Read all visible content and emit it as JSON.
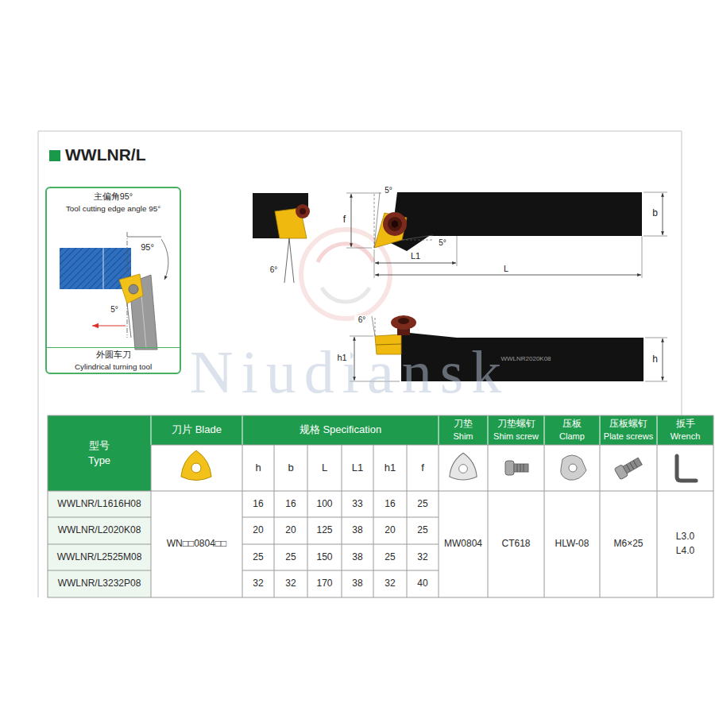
{
  "diagram": {
    "title": "WWLNR/L",
    "nodes": [
      {
        "text": [
          "主偏角95°",
          "Tool cutting edge angle 95°"
        ]
      },
      {
        "text": [
          "外圆车刀",
          "Cylindrical turning tool"
        ],
        "in": 0
      }
    ],
    "labels": [
      "5°",
      "5°",
      "f",
      "b",
      "L1",
      "L",
      "6°",
      "6°",
      "h1",
      "WWLNR2020K08",
      "h",
      "Niudiansk",
      "95°",
      "5°",
      "型号",
      "Type",
      "刀片 Blade",
      "规格 Specification",
      "刀垫",
      "Shim",
      "刀垫螺钉",
      "Shim screw",
      "压板",
      "Clamp",
      "压板螺钉",
      "Plate screws",
      "扳手",
      "Wrench",
      "h",
      "b",
      "L",
      "L1",
      "h1",
      "f",
      "WWLNR/L1616H08",
      "16",
      "16",
      "100",
      "33",
      "16",
      "25",
      "WWLNR/L2020K08",
      "20",
      "20",
      "125",
      "38",
      "20",
      "25",
      "WWLNR/L2525M08",
      "25",
      "25",
      "150",
      "38",
      "25",
      "32",
      "WWLNR/L3232P08",
      "32",
      "32",
      "170",
      "38",
      "32",
      "40",
      "WN□□0804□□",
      "MW0804",
      "CT618",
      "HLW-08",
      "M6×25",
      "L3.0",
      "L4.0"
    ]
  }
}
